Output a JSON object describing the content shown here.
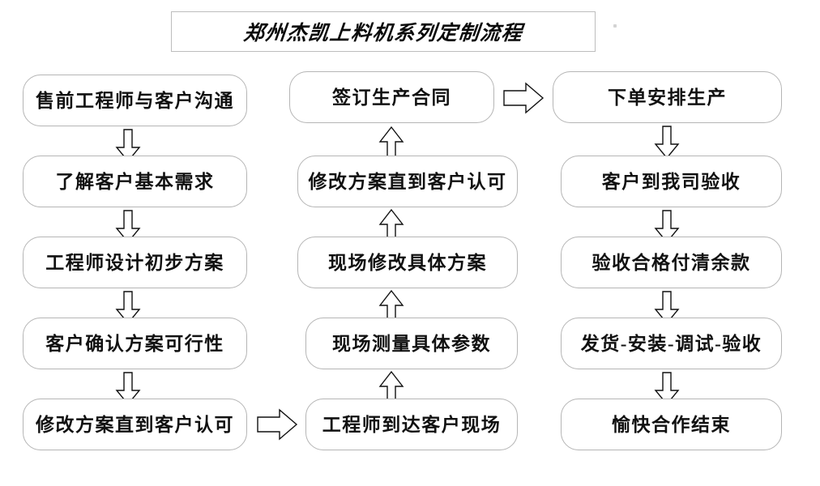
{
  "document": {
    "title": "郑州杰凯上料机系列定制流程",
    "type": "flowchart",
    "background_color": "#ffffff",
    "box_border_color": "#b5b5b5",
    "arrow_color": "#111111",
    "text_color": "#111111"
  },
  "columns": [
    {
      "name": "left-column",
      "direction": "top-to-bottom",
      "nodes": [
        {
          "id": "L1",
          "label": "售前工程师与客户沟通"
        },
        {
          "id": "L2",
          "label": "了解客户基本需求"
        },
        {
          "id": "L3",
          "label": "工程师设计初步方案"
        },
        {
          "id": "L4",
          "label": "客户确认方案可行性"
        },
        {
          "id": "L5",
          "label": "修改方案直到客户认可"
        }
      ]
    },
    {
      "name": "middle-column",
      "direction": "bottom-to-top",
      "nodes": [
        {
          "id": "M1",
          "label": "签订生产合同"
        },
        {
          "id": "M2",
          "label": "修改方案直到客户认可"
        },
        {
          "id": "M3",
          "label": "现场修改具体方案"
        },
        {
          "id": "M4",
          "label": "现场测量具体参数"
        },
        {
          "id": "M5",
          "label": "工程师到达客户现场"
        }
      ]
    },
    {
      "name": "right-column",
      "direction": "top-to-bottom",
      "nodes": [
        {
          "id": "R1",
          "label": "下单安排生产"
        },
        {
          "id": "R2",
          "label": "客户到我司验收"
        },
        {
          "id": "R3",
          "label": "验收合格付清余款"
        },
        {
          "id": "R4",
          "label": "发货-安装-调试-验收"
        },
        {
          "id": "R5",
          "label": "愉快合作结束"
        }
      ]
    }
  ],
  "connectors": [
    {
      "id": "c-l1-l2",
      "from": "L1",
      "to": "L2",
      "direction": "down"
    },
    {
      "id": "c-l2-l3",
      "from": "L2",
      "to": "L3",
      "direction": "down"
    },
    {
      "id": "c-l3-l4",
      "from": "L3",
      "to": "L4",
      "direction": "down"
    },
    {
      "id": "c-l4-l5",
      "from": "L4",
      "to": "L5",
      "direction": "down"
    },
    {
      "id": "c-l5-m5",
      "from": "L5",
      "to": "M5",
      "direction": "right"
    },
    {
      "id": "c-m5-m4",
      "from": "M5",
      "to": "M4",
      "direction": "up"
    },
    {
      "id": "c-m4-m3",
      "from": "M4",
      "to": "M3",
      "direction": "up"
    },
    {
      "id": "c-m3-m2",
      "from": "M3",
      "to": "M2",
      "direction": "up"
    },
    {
      "id": "c-m2-m1",
      "from": "M2",
      "to": "M1",
      "direction": "up"
    },
    {
      "id": "c-m1-r1",
      "from": "M1",
      "to": "R1",
      "direction": "right"
    },
    {
      "id": "c-r1-r2",
      "from": "R1",
      "to": "R2",
      "direction": "down"
    },
    {
      "id": "c-r2-r3",
      "from": "R2",
      "to": "R3",
      "direction": "down"
    },
    {
      "id": "c-r3-r4",
      "from": "R3",
      "to": "R4",
      "direction": "down"
    },
    {
      "id": "c-r4-r5",
      "from": "R4",
      "to": "R5",
      "direction": "down"
    }
  ]
}
